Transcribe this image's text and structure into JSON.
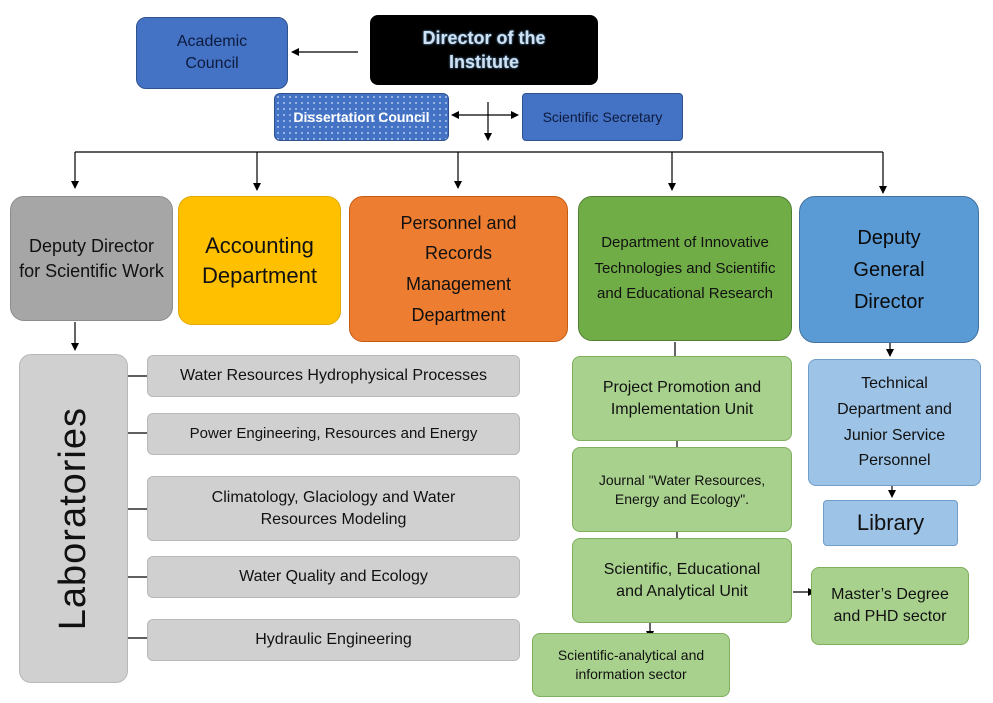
{
  "nodes": {
    "academic_council": "Academic Council",
    "director": "Director of the Institute",
    "dissertation_council": "Dissertation Council",
    "scientific_secretary": "Scientific Secretary",
    "deputy_scientific": "Deputy Director for Scientific Work",
    "accounting": "Accounting Department",
    "personnel": "Personnel and Records Management Department",
    "innovative": "Department of Innovative Technologies and Scientific and Educational Research",
    "deputy_general": "Deputy General Director",
    "laboratories": "Laboratories",
    "lab_hydrophysical": "Water Resources Hydrophysical Processes",
    "lab_power": "Power Engineering, Resources and Energy",
    "lab_climatology": "Climatology, Glaciology and Water Resources Modeling",
    "lab_water_quality": "Water Quality and Ecology",
    "lab_hydraulic": "Hydraulic Engineering",
    "project_promotion": "Project Promotion and Implementation Unit",
    "journal": "Journal \"Water Resources, Energy and Ecology\".",
    "scientific_educational": "Scientific, Educational and Analytical Unit",
    "scientific_analytical": "Scientific-analytical and information sector",
    "masters_phd": "Master’s Degree and PHD sector",
    "technical_department": "Technical Department and Junior Service Personnel",
    "library": "Library"
  },
  "colors": {
    "blue": "#4472c4",
    "gray": "#a6a6a6",
    "yellow": "#ffc000",
    "orange": "#ed7d31",
    "green": "#70ad47",
    "light_blue": "#5b9bd5",
    "light_gray": "#d0d0d0",
    "light_green": "#a9d18e",
    "pale_blue": "#9dc3e6"
  }
}
